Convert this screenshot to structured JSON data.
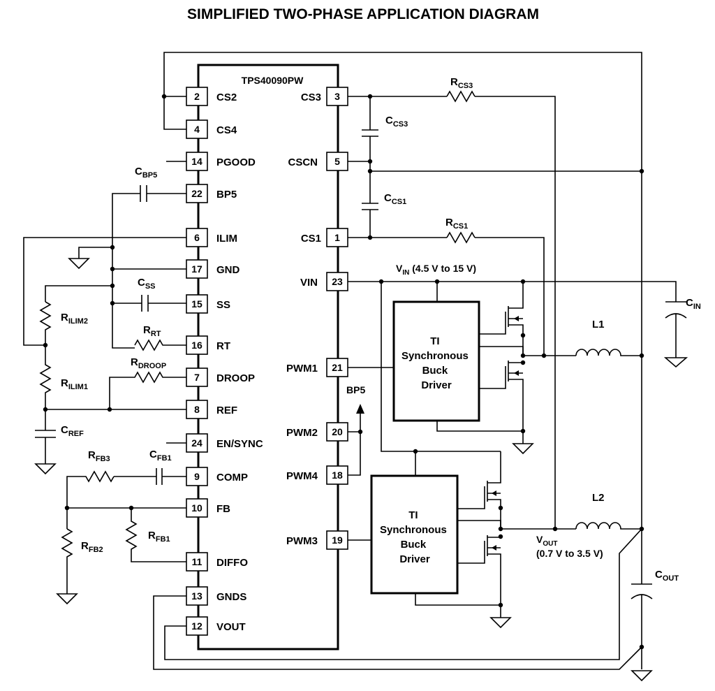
{
  "title": "SIMPLIFIED TWO-PHASE APPLICATION DIAGRAM",
  "ic": {
    "name": "TPS40090PW",
    "left_pins": [
      {
        "num": "2",
        "label": "CS2"
      },
      {
        "num": "4",
        "label": "CS4"
      },
      {
        "num": "14",
        "label": "PGOOD"
      },
      {
        "num": "22",
        "label": "BP5"
      },
      {
        "num": "6",
        "label": "ILIM"
      },
      {
        "num": "17",
        "label": "GND"
      },
      {
        "num": "15",
        "label": "SS"
      },
      {
        "num": "16",
        "label": "RT"
      },
      {
        "num": "7",
        "label": "DROOP"
      },
      {
        "num": "8",
        "label": "REF"
      },
      {
        "num": "24",
        "label": "EN/SYNC"
      },
      {
        "num": "9",
        "label": "COMP"
      },
      {
        "num": "10",
        "label": "FB"
      },
      {
        "num": "11",
        "label": "DIFFO"
      },
      {
        "num": "13",
        "label": "GNDS"
      },
      {
        "num": "12",
        "label": "VOUT"
      }
    ],
    "right_pins": [
      {
        "num": "3",
        "label": "CS3"
      },
      {
        "num": "5",
        "label": "CSCN"
      },
      {
        "num": "1",
        "label": "CS1"
      },
      {
        "num": "23",
        "label": "VIN"
      },
      {
        "num": "21",
        "label": "PWM1"
      },
      {
        "num": "20",
        "label": "PWM2"
      },
      {
        "num": "18",
        "label": "PWM4"
      },
      {
        "num": "19",
        "label": "PWM3"
      }
    ]
  },
  "components": {
    "rcs3": {
      "main": "R",
      "sub": "CS3"
    },
    "ccs3": {
      "main": "C",
      "sub": "CS3"
    },
    "ccs1": {
      "main": "C",
      "sub": "CS1"
    },
    "rcs1": {
      "main": "R",
      "sub": "CS1"
    },
    "cbp5": {
      "main": "C",
      "sub": "BP5"
    },
    "css": {
      "main": "C",
      "sub": "SS"
    },
    "rilim2": {
      "main": "R",
      "sub": "ILIM2"
    },
    "rrt": {
      "main": "R",
      "sub": "RT"
    },
    "rdroop": {
      "main": "R",
      "sub": "DROOP"
    },
    "rilim1": {
      "main": "R",
      "sub": "ILIM1"
    },
    "cref": {
      "main": "C",
      "sub": "REF"
    },
    "rfb3": {
      "main": "R",
      "sub": "FB3"
    },
    "cfb1": {
      "main": "C",
      "sub": "FB1"
    },
    "rfb1": {
      "main": "R",
      "sub": "FB1"
    },
    "rfb2": {
      "main": "R",
      "sub": "FB2"
    },
    "cin": {
      "main": "C",
      "sub": "IN"
    },
    "cout": {
      "main": "C",
      "sub": "OUT"
    },
    "l1": "L1",
    "l2": "L2",
    "bp5": "BP5"
  },
  "vin": {
    "main": "V",
    "sub": "IN",
    "rest": " (4.5 V to 15 V)"
  },
  "vout": {
    "main": "V",
    "sub": "OUT",
    "range": "(0.7 V to 3.5 V)"
  },
  "drivers": [
    {
      "lines": [
        "TI",
        "Synchronous",
        "Buck",
        "Driver"
      ]
    },
    {
      "lines": [
        "TI",
        "Synchronous",
        "Buck",
        "Driver"
      ]
    }
  ]
}
